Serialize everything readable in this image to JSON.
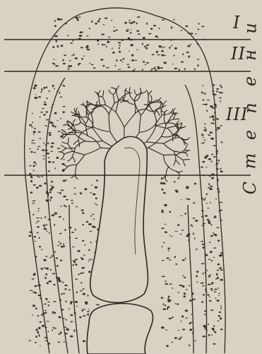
{
  "figure": {
    "zones": [
      {
        "label": "I"
      },
      {
        "label": "II"
      },
      {
        "label": "III"
      }
    ],
    "vertical_label": "Степени",
    "colors": {
      "paper": "#d7d2c4",
      "ink": "#2a2722",
      "stipple": "#3a352e"
    }
  }
}
